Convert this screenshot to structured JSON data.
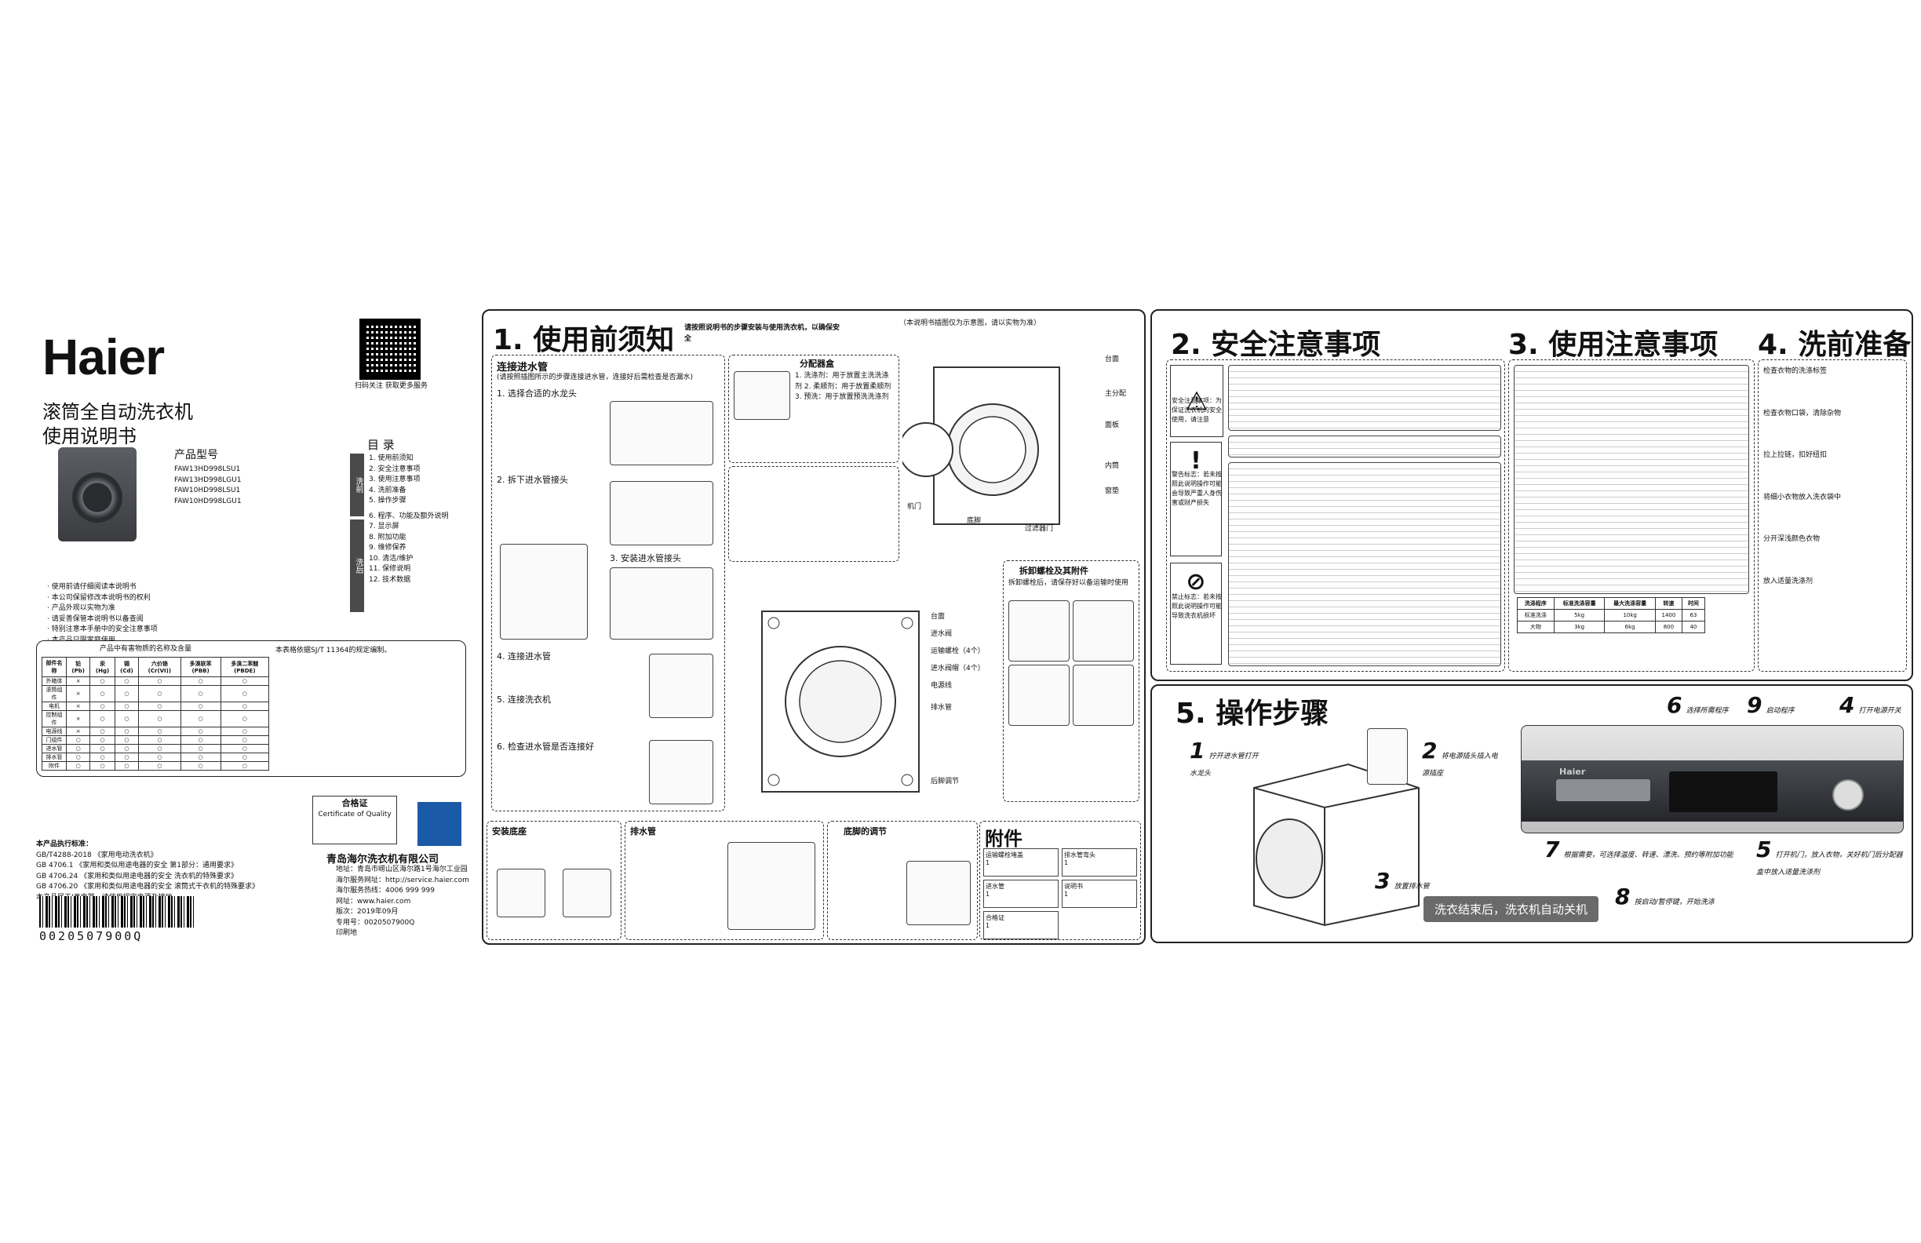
{
  "brand": "Haier",
  "cover": {
    "title_line1": "滚筒全自动洗衣机",
    "title_line2": "使用说明书",
    "model_label": "产品型号",
    "models": [
      "FAW13HD998LSU1",
      "FAW13HD998LGU1",
      "FAW10HD998LSU1",
      "FAW10HD998LGU1"
    ],
    "qr_caption": "扫码关注 获取更多服务",
    "toc_title": "目  录",
    "toc_band_before": "洗前",
    "toc_band_after": "洗后",
    "toc_items": [
      "1. 使用前须知",
      "2. 安全注意事项",
      "3. 使用注意事项",
      "4. 洗前准备",
      "5. 操作步骤",
      "6. 程序、功能及额外说明",
      "7. 显示屏",
      "8. 附加功能",
      "9. 维修保养",
      "10. 清洁/维护",
      "11. 保修说明",
      "12. 技术数据"
    ],
    "notes": [
      "· 使用前请仔细阅读本说明书",
      "· 本公司保留修改本说明书的权利",
      "· 产品外观以实物为准",
      "· 请妥善保管本说明书以备查阅",
      "· 特别注意本手册中的安全注意事项",
      "· 本产品只限家庭使用"
    ],
    "hazard_table_title": "产品中有害物质的名称及含量",
    "hazard_cols": [
      "部件名称",
      "铅(Pb)",
      "汞(Hg)",
      "镉(Cd)",
      "六价铬(Cr(VI))",
      "多溴联苯(PBB)",
      "多溴二苯醚(PBDE)"
    ],
    "hazard_rows": [
      [
        "外箱体",
        "×",
        "○",
        "○",
        "○",
        "○",
        "○"
      ],
      [
        "滚筒组件",
        "×",
        "○",
        "○",
        "○",
        "○",
        "○"
      ],
      [
        "电机",
        "×",
        "○",
        "○",
        "○",
        "○",
        "○"
      ],
      [
        "控制组件",
        "×",
        "○",
        "○",
        "○",
        "○",
        "○"
      ],
      [
        "电源线",
        "×",
        "○",
        "○",
        "○",
        "○",
        "○"
      ],
      [
        "门组件",
        "○",
        "○",
        "○",
        "○",
        "○",
        "○"
      ],
      [
        "进水管",
        "○",
        "○",
        "○",
        "○",
        "○",
        "○"
      ],
      [
        "排水管",
        "○",
        "○",
        "○",
        "○",
        "○",
        "○"
      ],
      [
        "附件",
        "○",
        "○",
        "○",
        "○",
        "○",
        "○"
      ]
    ],
    "hazard_note": "本表格依据SJ/T 11364的规定编制。",
    "cert_title": "合格证",
    "cert_sub": "Certificate of Quality",
    "company": "青岛海尔洗衣机有限公司",
    "company_lines": [
      "地址：青岛市崂山区海尔路1号海尔工业园",
      "海尔服务网址：http://service.haier.com",
      "海尔服务热线：4006 999 999",
      "网址：www.haier.com",
      "版次：2019年09月",
      "专用号：0020507900Q",
      "印刷地"
    ],
    "standards_title": "本产品执行标准：",
    "standards": [
      "GB/T4288-2018  《家用电动洗衣机》",
      "GB 4706.1  《家用和类似用途电器的安全 第1部分：通用要求》",
      "GB 4706.24  《家用和类似用途电器的安全 洗衣机的特殊要求》",
      "GB 4706.20  《家用和类似用途电器的安全 滚筒式干衣机的特殊要求》"
    ],
    "standards_note": "本产品属于Ⅰ类电器，请使用规定电源及接地",
    "barcode": "0020507900Q"
  },
  "section1": {
    "title": "1. 使用前须知",
    "intro": "请按照说明书的步骤安装与使用洗衣机，以确保安全",
    "top_note": "（本说明书插图仅为示意图，请以实物为准）",
    "water_in_title": "连接进水管",
    "water_in_sub": "(请按照插图所示的步骤连接进水管，连接好后需检查是否漏水)",
    "steps": [
      "1. 选择合适的水龙头",
      "2. 拆下进水管接头",
      "3. 安装进水管接头",
      "4. 连接进水管",
      "5. 连接洗衣机",
      "6. 检查进水管是否连接好"
    ],
    "dispenser_title": "分配器盒",
    "dispenser_notes": "1. 洗涤剂：用于放置主洗洗涤剂 2. 柔顺剂：用于放置柔顺剂 3. 预洗：用于放置预洗洗涤剂",
    "parts": [
      "台面",
      "主分配",
      "面板",
      "内筒",
      "窗垫",
      "底脚",
      "机门",
      "过滤器门"
    ],
    "rear_parts": [
      "台面",
      "进水阀",
      "运输螺栓（4个）",
      "进水阀帽（4个）",
      "电源线",
      "排水管",
      "后脚调节"
    ],
    "transport_title": "拆卸螺栓及其附件",
    "transport_note": "拆卸螺栓后，请保存好以备运输时使用",
    "accessory_title": "附件",
    "accessories": [
      {
        "name": "运输螺栓堵盖",
        "qty": "1"
      },
      {
        "name": "排水管弯头",
        "qty": "1"
      },
      {
        "name": "进水管",
        "qty": "1"
      },
      {
        "name": "说明书",
        "qty": "1"
      },
      {
        "name": "合格证",
        "qty": "1"
      }
    ],
    "base_title": "安装底座",
    "drain_title": "排水管",
    "feet_title": "底脚的调节"
  },
  "section2": {
    "title": "2. 安全注意事项",
    "warning_labels": [
      "安全注意事项：为保证洗衣机的安全使用，请注意",
      "警告标志：若未按照此说明操作可能会导致严重人身伤害或财产损失",
      "禁止标志：若未按照此说明操作可能导致洗衣机损坏"
    ]
  },
  "section3": {
    "title": "3. 使用注意事项",
    "table_headers": [
      "洗涤程序",
      "标准洗涤容量",
      "最大洗涤容量",
      "转速",
      "时间"
    ],
    "table_rows": [
      [
        "标准洗涤",
        "5kg",
        "10kg",
        "1400",
        "63"
      ],
      [
        "大物",
        "3kg",
        "6kg",
        "800",
        "40"
      ]
    ]
  },
  "section4": {
    "title": "4. 洗前准备",
    "items": [
      "检查衣物的洗涤标签",
      "检查衣物口袋，清除杂物",
      "拉上拉链，扣好纽扣",
      "将细小衣物放入洗衣袋中",
      "分开深浅颜色衣物",
      "放入适量洗涤剂"
    ]
  },
  "section5": {
    "title": "5. 操作步骤",
    "steps": [
      {
        "num": "1",
        "text": "拧开进水管打开水龙头"
      },
      {
        "num": "2",
        "text": "将电源插头插入电源插座"
      },
      {
        "num": "3",
        "text": "放置排水管"
      },
      {
        "num": "4",
        "text": "打开电源开关"
      },
      {
        "num": "5",
        "text": "打开机门，放入衣物，关好机门后分配器盒中放入适量洗涤剂"
      },
      {
        "num": "6",
        "text": "选择所需程序"
      },
      {
        "num": "7",
        "text": "根据需要，可选择温度、转速、漂洗、预约等附加功能"
      },
      {
        "num": "8",
        "text": "按启动/暂停键，开始洗涤"
      },
      {
        "num": "9",
        "text": "启动程序"
      }
    ],
    "finish_label": "洗衣结束后，洗衣机自动关机"
  }
}
